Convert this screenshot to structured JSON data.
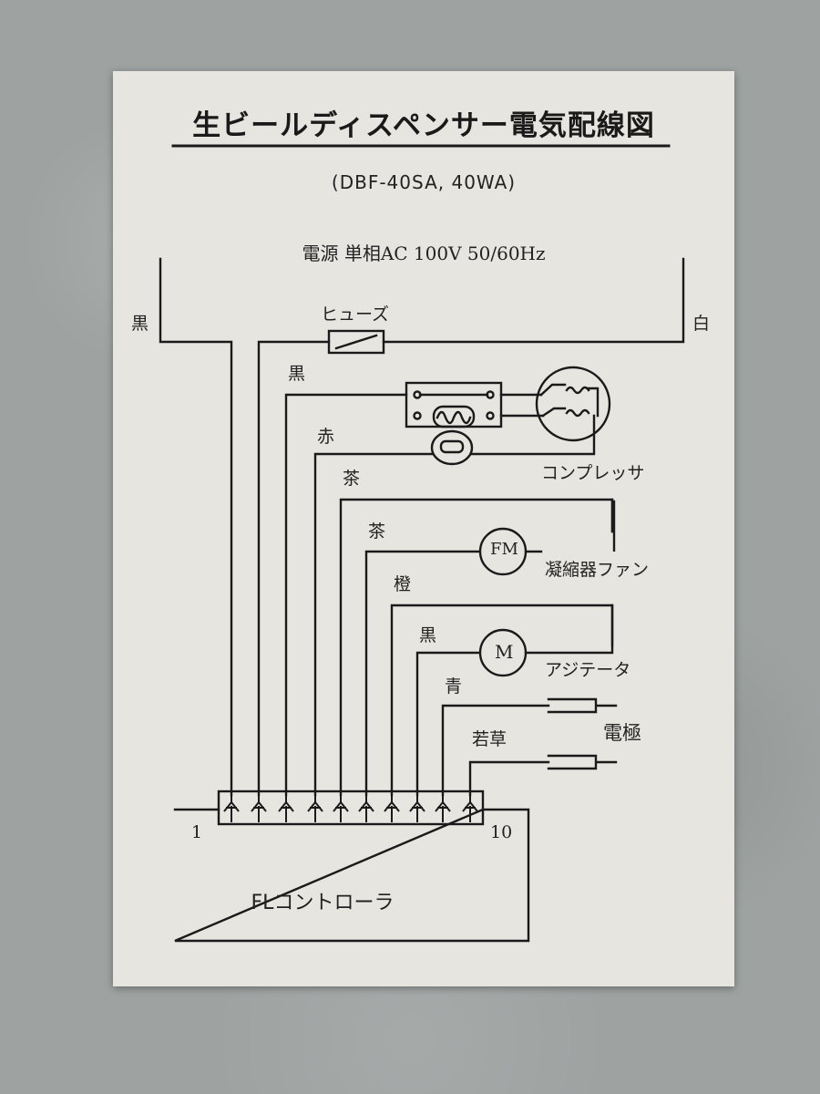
{
  "title": "生ビールディスペンサー電気配線図",
  "models": "(DBF-40SA, 40WA)",
  "power": "電源 単相AC 100V 50/60Hz",
  "wire_labels": {
    "left_main": "黒",
    "right_main": "白",
    "fuse": "ヒューズ",
    "w3": "黒",
    "w4": "赤",
    "w5": "茶",
    "w6": "茶",
    "w7": "橙",
    "w8": "黒",
    "w9": "青",
    "w10": "若草"
  },
  "components": {
    "compressor": "コンプレッサ",
    "fan_motor_symbol": "FM",
    "condenser_fan": "凝縮器ファン",
    "motor_symbol": "M",
    "agitator": "アジテータ",
    "electrode": "電極"
  },
  "controller": {
    "name": "FLコントローラ",
    "terminal_first": "1",
    "terminal_last": "10"
  }
}
